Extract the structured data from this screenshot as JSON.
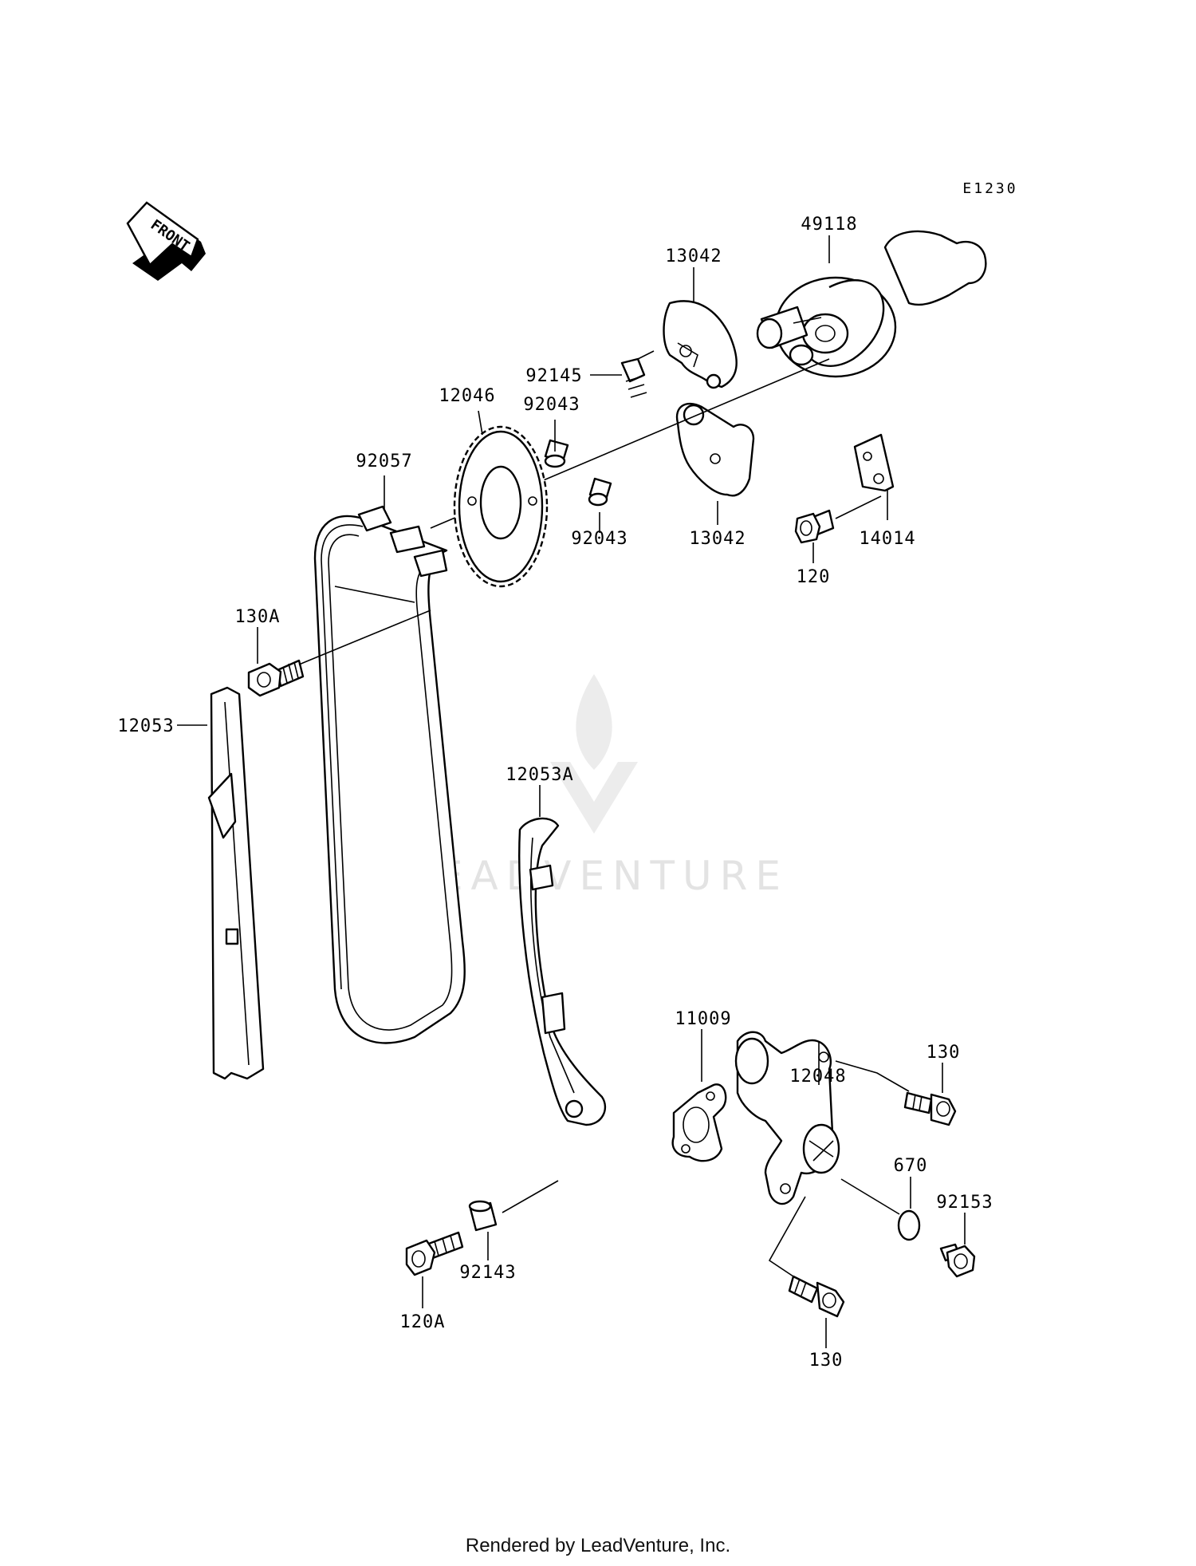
{
  "sheet_code": "E1230",
  "front_label": "FRONT",
  "watermark_text": "LEADVENTURE",
  "footer_text": "Rendered by LeadVenture, Inc.",
  "callouts": [
    "49118",
    "13042",
    "92145",
    "12046",
    "92043",
    "92057",
    "92043",
    "13042",
    "14014",
    "120",
    "130A",
    "12053",
    "12053A",
    "11009",
    "130",
    "12048",
    "670",
    "92153",
    "120A",
    "92143",
    "130"
  ],
  "colors": {
    "line": "#000000",
    "background": "#ffffff",
    "watermark": "#e3e3e3"
  }
}
